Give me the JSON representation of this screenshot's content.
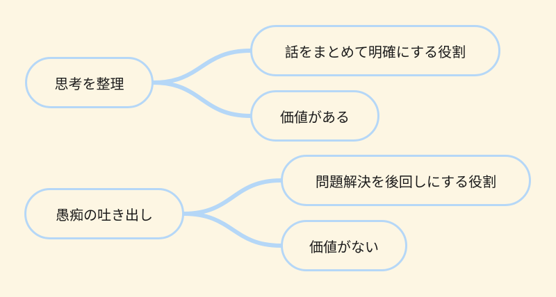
{
  "diagram": {
    "background_color": "#fdf6e3",
    "accent_color": "#b5d7f7",
    "groups": [
      {
        "root": "思考を整理",
        "children": [
          "話をまとめて明確にする役割",
          "価値がある"
        ]
      },
      {
        "root": "愚痴の吐き出し",
        "children": [
          "問題解決を後回しにする役割",
          "価値がない"
        ]
      }
    ]
  }
}
